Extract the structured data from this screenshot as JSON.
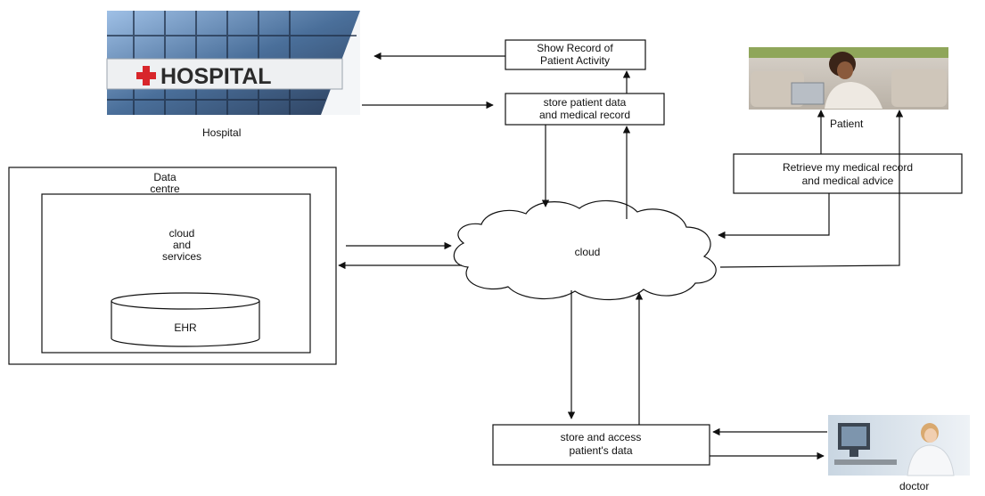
{
  "labels": {
    "hospital_caption": "Hospital",
    "hospital_sign": "HOSPITAL",
    "patient_caption": "Patient",
    "doctor_caption": "doctor",
    "data_centre_line1": "Data",
    "data_centre_line2": "centre",
    "cloud_services_line1": "cloud",
    "cloud_services_line2": "and",
    "cloud_services_line3": "services",
    "ehr": "EHR",
    "cloud": "cloud"
  },
  "boxes": {
    "show_record_line1": "Show Record of",
    "show_record_line2": "Patient Activity",
    "store_patient_line1": "store patient data",
    "store_patient_line2": "and medical record",
    "retrieve_line1": "Retrieve my medical record",
    "retrieve_line2": "and medical advice",
    "store_access_line1": "store and access",
    "store_access_line2": "patient's data"
  },
  "images": {
    "hospital": "hospital-building-photo",
    "patient": "woman-with-laptop-photo",
    "doctor": "doctor-at-computer-photo"
  },
  "colors": {
    "line": "#111111",
    "hospital_glass": "#4a6f9a",
    "hospital_sign_red": "#d8262b"
  }
}
